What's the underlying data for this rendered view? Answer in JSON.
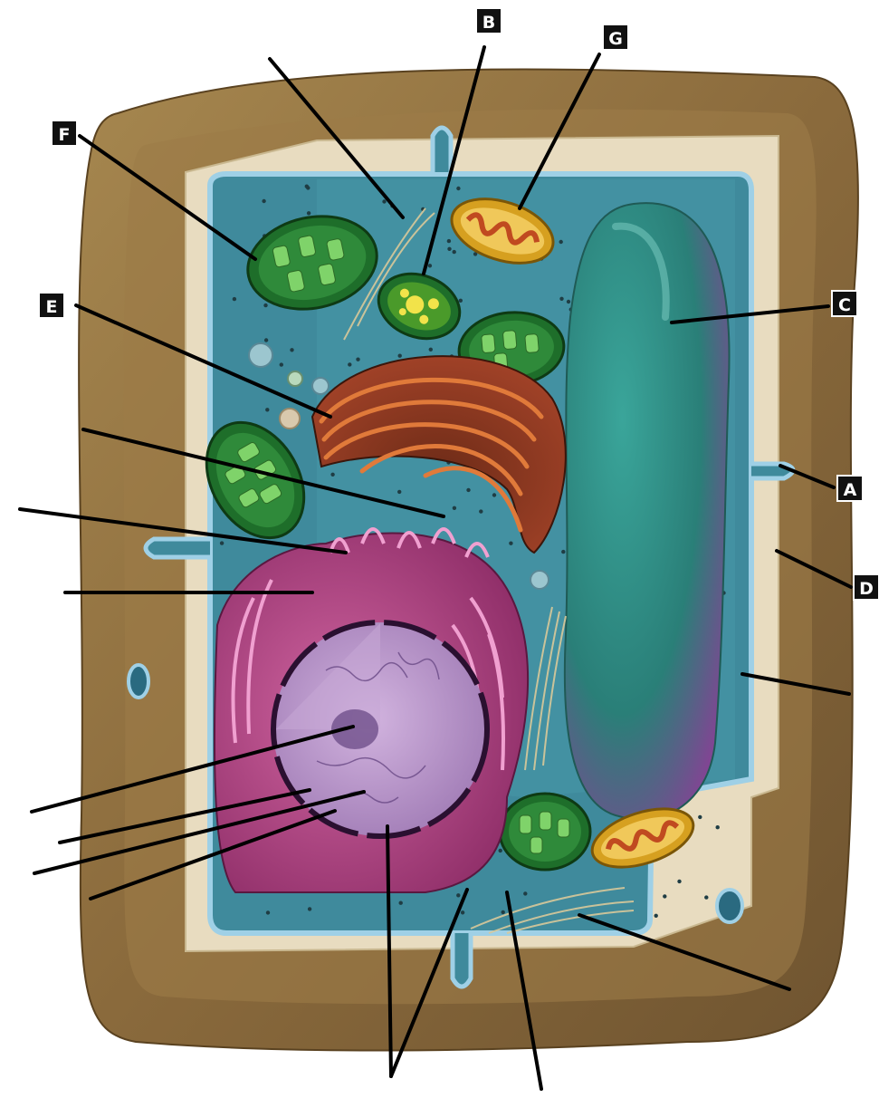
{
  "diagram": {
    "labels": {
      "a": "A",
      "b": "B",
      "c": "C",
      "d": "D",
      "e": "E",
      "f": "F",
      "g": "G"
    },
    "colors": {
      "cell_wall": "#8a6a3c",
      "cell_wall_dark": "#6b5030",
      "cell_wall_light": "#b89a66",
      "cytoplasm": "#3f8a9c",
      "membrane": "#9fd0e6",
      "vacuole": "#2f8a80",
      "vacuole_edge": "#a04fa8",
      "golgi": "#c0532a",
      "golgi_dark": "#5a2415",
      "er": "#b04580",
      "nucleus": "#b891c8",
      "chloroplast": "#2f8a3a",
      "thylakoid": "#7fd36a",
      "mitochondrion": "#d6a020",
      "mito_inner": "#c04a20",
      "leader_line": "#000000"
    }
  }
}
